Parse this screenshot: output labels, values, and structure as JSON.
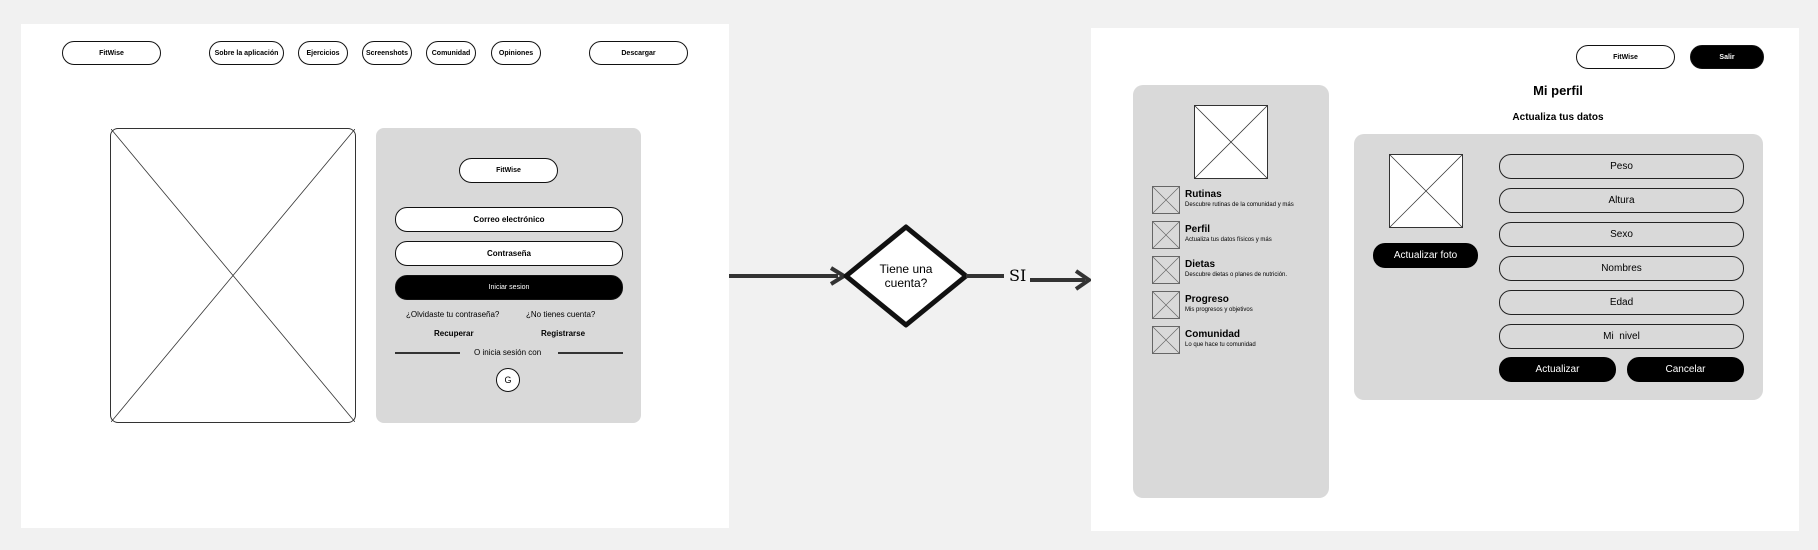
{
  "landing": {
    "nav": {
      "logo": "FitWise",
      "about": "Sobre la aplicación",
      "exercises": "Ejercicios",
      "screenshots": "Screenshots",
      "community": "Comunidad",
      "reviews": "Opiniones",
      "download": "Descargar"
    },
    "login": {
      "logo": "FitWise",
      "email": "Correo electrónico",
      "password": "Contraseña",
      "login_button": "Iniciar sesion",
      "forgot_question": "¿Olvidaste tu contraseña?",
      "no_account_question": "¿No tienes cuenta?",
      "recover": "Recuperar",
      "register": "Registrarse",
      "or_login_with": "O inicia sesión con",
      "google_letter": "G"
    }
  },
  "flow": {
    "decision": "Tiene una cuenta?",
    "yes_label": "SI"
  },
  "profile": {
    "header": {
      "logo": "FitWise",
      "exit": "Salir"
    },
    "sidebar": {
      "items": [
        {
          "title": "Rutinas",
          "desc": "Descubre rutinas de la comunidad y más"
        },
        {
          "title": "Perfil",
          "desc": "Actualiza tus datos físicos y más"
        },
        {
          "title": "Dietas",
          "desc": "Descubre dietas o planes de nutrición."
        },
        {
          "title": "Progreso",
          "desc": "Mis progresos y objetivos"
        },
        {
          "title": "Comunidad",
          "desc": "Lo que hace tu comunidad"
        }
      ]
    },
    "title": "Mi perfil",
    "subtitle": "Actualiza tus datos",
    "update_photo": "Actualizar foto",
    "fields": [
      "Peso",
      "Altura",
      "Sexo",
      "Nombres",
      "Edad",
      "Mi  nivel"
    ],
    "update_button": "Actualizar",
    "cancel_button": "Cancelar"
  }
}
